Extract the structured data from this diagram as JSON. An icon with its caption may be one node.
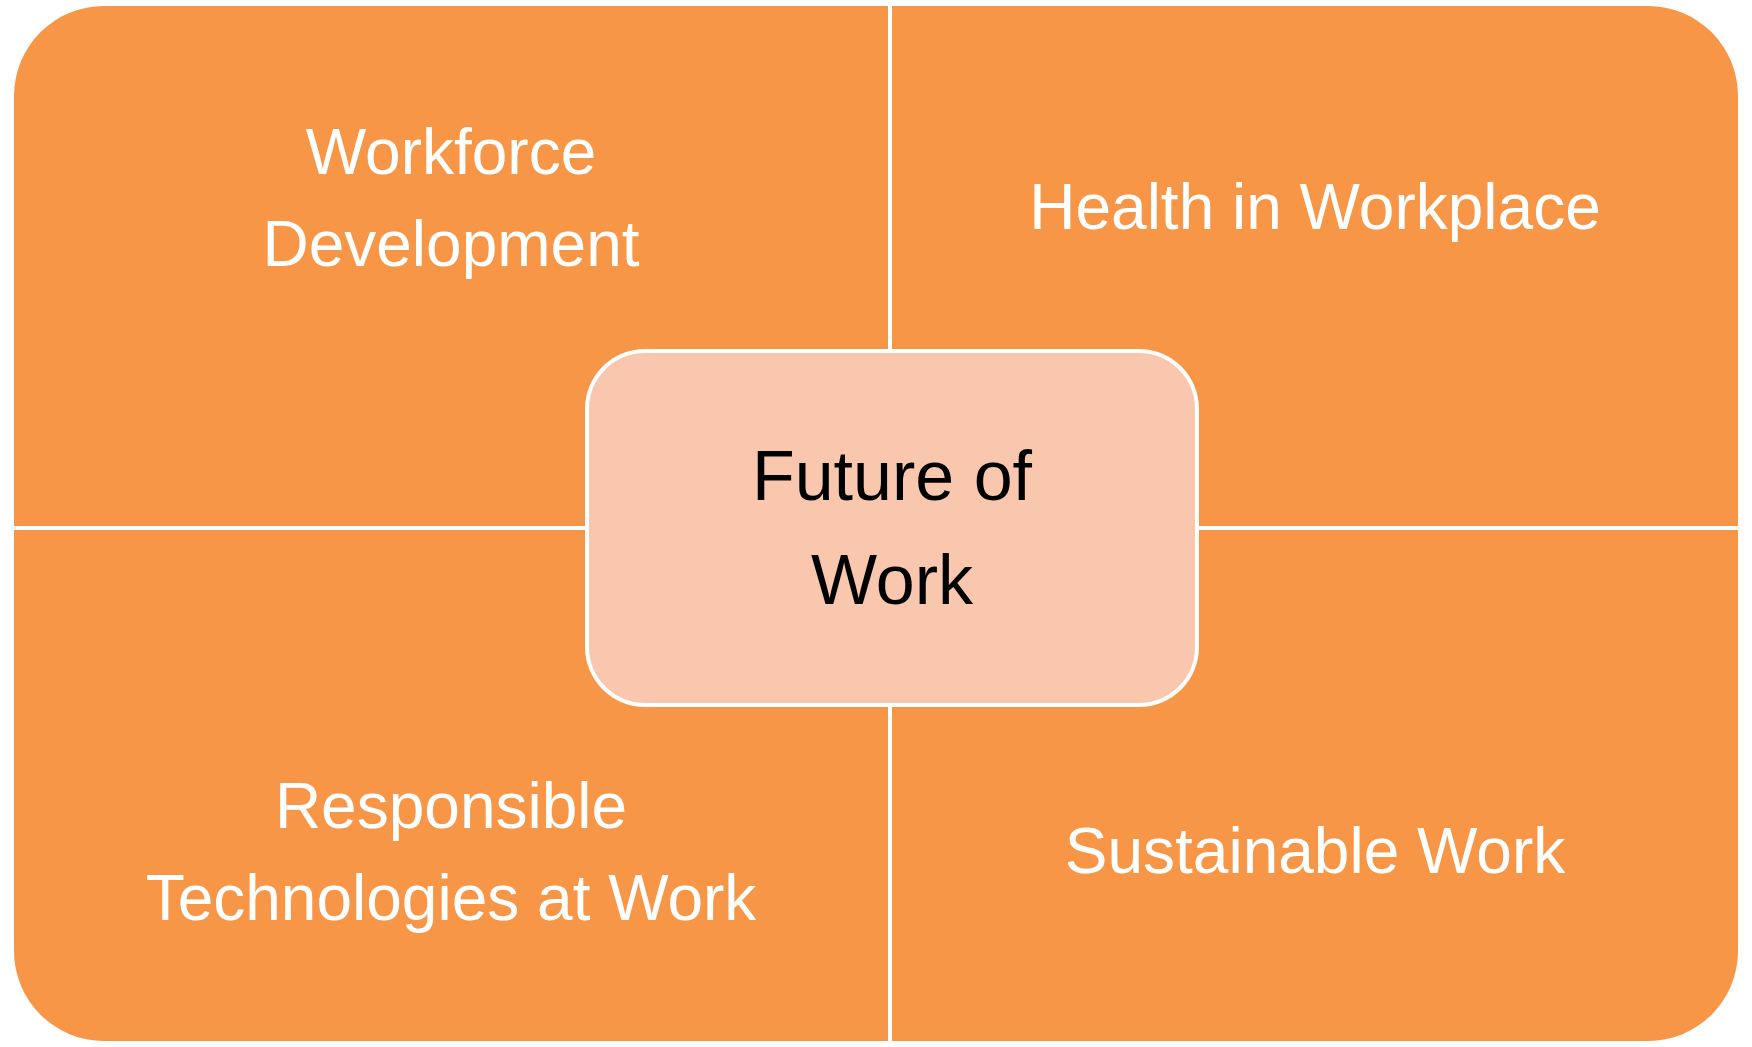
{
  "diagram": {
    "nodes": [
      {
        "text": [
          "Workforce Development"
        ]
      },
      {
        "text": [
          "Health in Workplace"
        ]
      },
      {
        "text": [
          "Responsible Technologies at Work"
        ]
      },
      {
        "text": [
          "Sustainable Work"
        ]
      },
      {
        "text": [
          "Future of Work"
        ]
      }
    ],
    "edges": []
  }
}
